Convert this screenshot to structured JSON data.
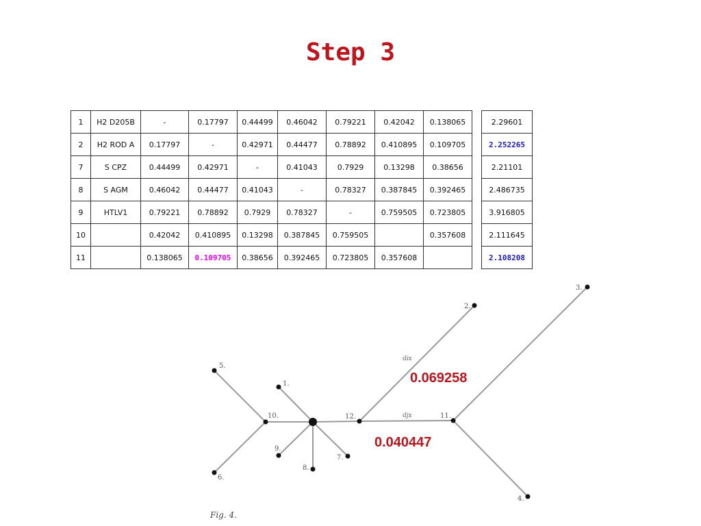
{
  "title": "Step 3",
  "matrix": {
    "rows": [
      {
        "idx": "1",
        "name": "H2 D205B",
        "cells": [
          "-",
          "0.17797",
          "0.44499",
          "0.46042",
          "0.79221",
          "0.42042",
          "0.138065"
        ],
        "sum": "2.29601"
      },
      {
        "idx": "2",
        "name": "H2 ROD A",
        "cells": [
          "0.17797",
          "-",
          "0.42971",
          "0.44477",
          "0.78892",
          "0.410895",
          "0.109705"
        ],
        "sum": "2.252265"
      },
      {
        "idx": "7",
        "name": "S CPZ",
        "cells": [
          "0.44499",
          "0.42971",
          "-",
          "0.41043",
          "0.7929",
          "0.13298",
          "0.38656"
        ],
        "sum": "2.21101"
      },
      {
        "idx": "8",
        "name": "S AGM",
        "cells": [
          "0.46042",
          "0.44477",
          "0.41043",
          "-",
          "0.78327",
          "0.387845",
          "0.392465"
        ],
        "sum": "2.486735"
      },
      {
        "idx": "9",
        "name": "HTLV1",
        "cells": [
          "0.79221",
          "0.78892",
          "0.7929",
          "0.78327",
          "-",
          "0.759505",
          "0.723805"
        ],
        "sum": "3.916805"
      },
      {
        "idx": "10",
        "name": "",
        "cells": [
          "0.42042",
          "0.410895",
          "0.13298",
          "0.387845",
          "0.759505",
          "",
          "0.357608"
        ],
        "sum": "2.111645"
      },
      {
        "idx": "11",
        "name": "",
        "cells": [
          "0.138065",
          "0.109705",
          "0.38656",
          "0.392465",
          "0.723805",
          "0.357608",
          ""
        ],
        "sum": "2.108208"
      }
    ],
    "highlight_colors": {
      "magenta": "#ff00ff",
      "blue": "#1a1adc"
    }
  },
  "tree": {
    "nodes": [
      {
        "id": "1",
        "label": "1."
      },
      {
        "id": "2",
        "label": "2."
      },
      {
        "id": "3",
        "label": "3."
      },
      {
        "id": "4",
        "label": "4."
      },
      {
        "id": "5",
        "label": "5."
      },
      {
        "id": "6",
        "label": "6."
      },
      {
        "id": "7",
        "label": "7."
      },
      {
        "id": "8",
        "label": "8."
      },
      {
        "id": "9",
        "label": "9."
      },
      {
        "id": "10",
        "label": "10."
      },
      {
        "id": "11",
        "label": "11."
      },
      {
        "id": "12",
        "label": "12."
      }
    ],
    "edges": [
      [
        "center",
        "1"
      ],
      [
        "center",
        "7"
      ],
      [
        "center",
        "8"
      ],
      [
        "center",
        "9"
      ],
      [
        "center",
        "10"
      ],
      [
        "10",
        "5"
      ],
      [
        "10",
        "6"
      ],
      [
        "center",
        "12"
      ],
      [
        "12",
        "2"
      ],
      [
        "12",
        "11"
      ],
      [
        "11",
        "3"
      ],
      [
        "11",
        "4"
      ]
    ],
    "edge_labels": {
      "diag": "dix",
      "horiz": "djx"
    },
    "branch_lengths": {
      "upper": "0.069258",
      "lower": "0.040447"
    },
    "caption": "Fig. 4.",
    "accent_color": "#c0141c"
  }
}
